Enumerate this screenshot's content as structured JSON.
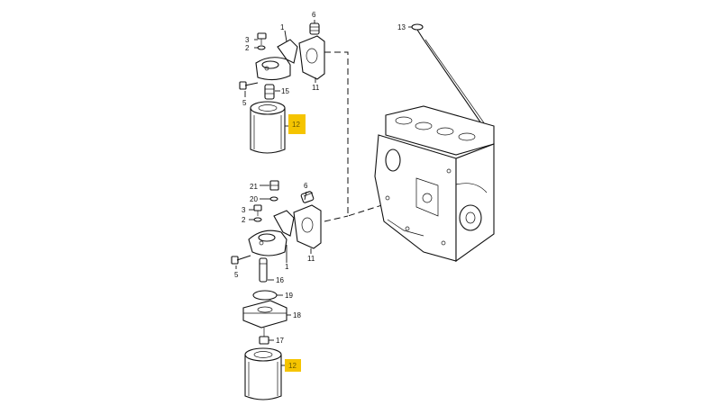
{
  "diagram": {
    "highlight_color": "#f5c400",
    "labels": {
      "top_1": "1",
      "top_2": "2",
      "top_3": "3",
      "top_5": "5",
      "top_6": "6",
      "top_11": "11",
      "top_12": "12",
      "top_15": "15",
      "dipstick_13": "13",
      "bot_1": "1",
      "bot_2": "2",
      "bot_3": "3",
      "bot_5": "5",
      "bot_6": "6",
      "bot_11": "11",
      "bot_12": "12",
      "bot_16": "16",
      "bot_17": "17",
      "bot_18": "18",
      "bot_19": "19",
      "bot_20": "20",
      "bot_21": "21"
    }
  }
}
